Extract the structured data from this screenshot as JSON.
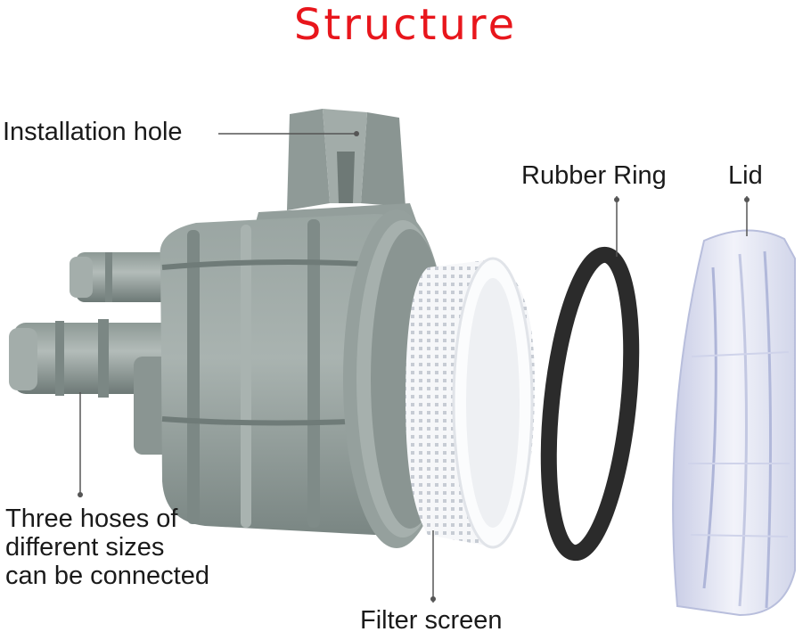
{
  "title": "Structure",
  "colors": {
    "title": "#e8161c",
    "body_gray": "#8e9a97",
    "body_dark": "#6f7b78",
    "body_light": "#aab4b1",
    "screen": "#f4f6f8",
    "ring": "#2b2b2b",
    "lid": "#e6e8f4",
    "leader": "#555555"
  },
  "labels": {
    "installation_hole": "Installation hole",
    "rubber_ring": "Rubber Ring",
    "lid": "Lid",
    "hoses": [
      "Three hoses of",
      "different sizes",
      "can be connected"
    ],
    "filter_screen": "Filter screen"
  }
}
